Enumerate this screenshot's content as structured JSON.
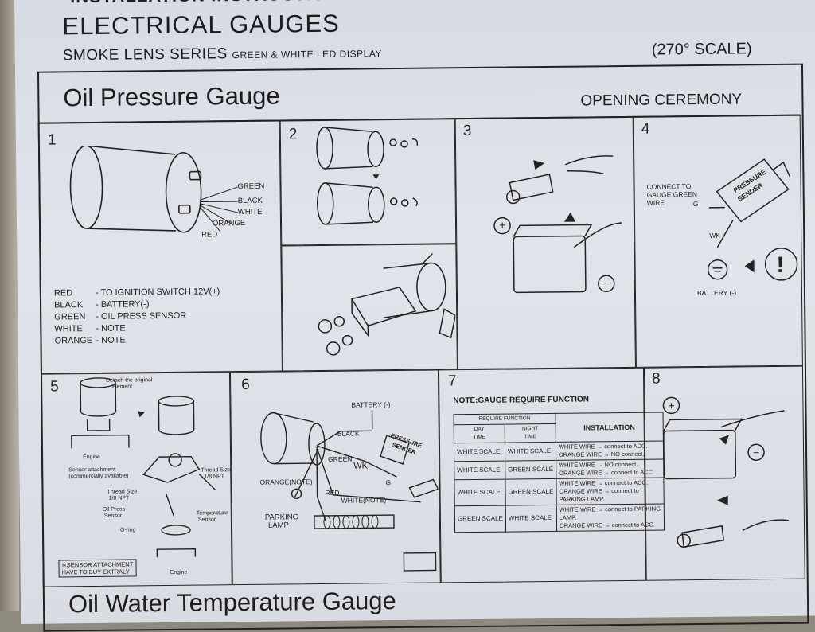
{
  "header": {
    "top_cut": "INSTALLATION INSTRUCTIONS",
    "title": "ELECTRICAL GAUGES",
    "series_main": "SMOKE LENS SERIES",
    "series_sub": "GREEN & WHITE LED DISPLAY",
    "scale": "(270°  SCALE)"
  },
  "section": {
    "title": "Oil Pressure Gauge",
    "subtitle": "OPENING CEREMONY",
    "bottom_cut": "Oil Water Temperature Gauge"
  },
  "steps": {
    "s1": "1",
    "s2": "2",
    "s3": "3",
    "s4": "4",
    "s5": "5",
    "s6": "6",
    "s7": "7",
    "s8": "8"
  },
  "panel1": {
    "wire_labels": [
      "GREEN",
      "BLACK",
      "WHITE",
      "ORANGE",
      "RED"
    ],
    "legend": [
      {
        "color": "RED",
        "desc": "- TO IGNITION SWITCH 12V(+)"
      },
      {
        "color": "BLACK",
        "desc": "- BATTERY(-)"
      },
      {
        "color": "GREEN",
        "desc": "- OIL PRESS SENSOR"
      },
      {
        "color": "WHITE",
        "desc": "- NOTE"
      },
      {
        "color": "ORANGE",
        "desc": "- NOTE"
      }
    ]
  },
  "panel4": {
    "connect": "CONNECT TO",
    "connect2": "GAUGE GREEN",
    "connect3": "WIRE",
    "g": "G",
    "wk": "WK",
    "sender": "PRESSURE",
    "sender2": "SENDER",
    "battery": "BATTERY (-)"
  },
  "panel5": {
    "detach": "Detach the original",
    "detach2": "element",
    "engine": "Engine",
    "sensor_att": "Sensor attachment",
    "sensor_att2": "(commercially available)",
    "thread_r": "Thread Size",
    "thread_r2": "1/8 NPT",
    "thread_l": "Thread Size",
    "thread_l2": "1/8 NPT",
    "oil_sensor": "Oil Press",
    "oil_sensor2": "Sensor",
    "temp_sensor": "Temperature",
    "temp_sensor2": "Sensor",
    "oring": "O-ring",
    "engine2": "Engine",
    "note": "※SENSOR ATTACHMENT",
    "note2": "HAVE TO BUY EXTRALY"
  },
  "panel6": {
    "battery": "BATTERY (-)",
    "black": "BLACK",
    "green": "GREEN",
    "wk": "WK",
    "orange": "ORANGE(NOTE)",
    "red": "RED",
    "white": "WHITE(NOTE)",
    "parking": "PARKING",
    "lamp": "LAMP",
    "g": "G",
    "sender": "PRESSURE",
    "sender2": "SENDER"
  },
  "panel7": {
    "note": "NOTE:GAUGE REQUIRE FUNCTION",
    "require": "REQUIRE FUNCTION",
    "day": "DAY",
    "day2": "TIME",
    "night": "NIGHT",
    "night2": "TIME",
    "install": "INSTALLATION",
    "rows": [
      {
        "day": "WHITE SCALE",
        "night": "WHITE SCALE",
        "l1": "WHITE WIRE → connect to ACC.",
        "l2": "ORANGE WIRE → NO connect."
      },
      {
        "day": "WHITE SCALE",
        "night": "GREEN SCALE",
        "l1": "WHITE WIRE → NO connect.",
        "l2": "ORANGE WIRE → connect to ACC."
      },
      {
        "day": "WHITE SCALE",
        "night": "GREEN SCALE",
        "l1": "WHITE WIRE → connect to ACC.",
        "l2": "ORANGE WIRE → connect to PARKING LAMP."
      },
      {
        "day": "GREEN SCALE",
        "night": "WHITE SCALE",
        "l1": "WHITE WIRE → connect to PARKING LAMP.",
        "l2": "ORANGE WIRE → connect to ACC."
      }
    ]
  }
}
